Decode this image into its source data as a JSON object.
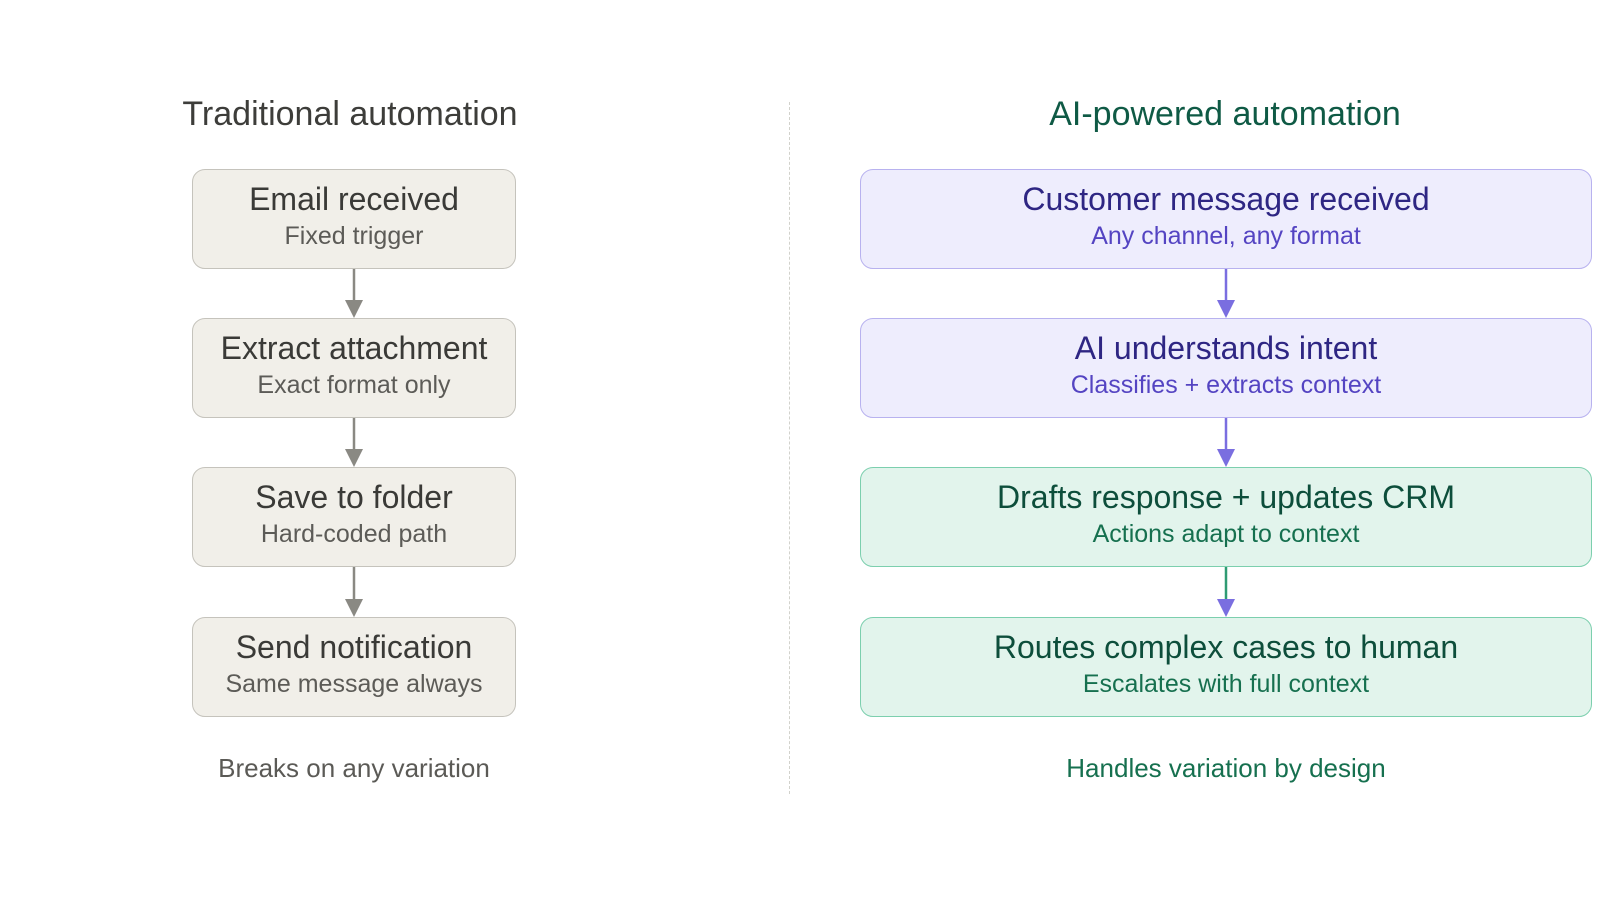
{
  "traditional": {
    "title": "Traditional automation",
    "steps": [
      {
        "title": "Email received",
        "subtitle": "Fixed trigger"
      },
      {
        "title": "Extract attachment",
        "subtitle": "Exact format only"
      },
      {
        "title": "Save to folder",
        "subtitle": "Hard-coded path"
      },
      {
        "title": "Send notification",
        "subtitle": "Same message always"
      }
    ],
    "caption": "Breaks on any variation"
  },
  "ai": {
    "title": "AI-powered automation",
    "steps": [
      {
        "title": "Customer message received",
        "subtitle": "Any channel, any format"
      },
      {
        "title": "AI understands intent",
        "subtitle": "Classifies + extracts context"
      },
      {
        "title": "Drafts response + updates CRM",
        "subtitle": "Actions adapt to context"
      },
      {
        "title": "Routes complex cases to human",
        "subtitle": "Escalates with full context"
      }
    ],
    "caption": "Handles variation by design"
  },
  "colors": {
    "traditional_fill": "#f1efe9",
    "traditional_stroke": "#c5c3bc",
    "traditional_arrow": "#8a8983",
    "ai_purple_fill": "#eeedfd",
    "ai_purple_stroke": "#b8b2ef",
    "ai_green_fill": "#e2f4ec",
    "ai_green_stroke": "#7ccfae",
    "ai_arrow": "#7a6ee0",
    "ai_green_arrow": "#2f9b73"
  }
}
